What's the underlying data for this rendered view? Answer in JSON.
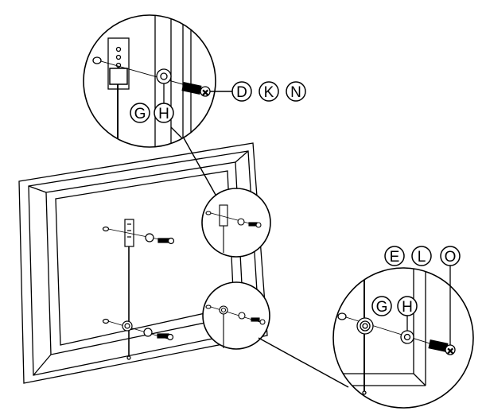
{
  "callouts": {
    "top": [
      "D",
      "K",
      "N"
    ],
    "top_inner": [
      "G",
      "H"
    ],
    "bottom": [
      "E",
      "L",
      "O"
    ],
    "bottom_inner": [
      "G",
      "H"
    ]
  },
  "icons": [
    "tv-frame",
    "mounting-bracket",
    "washer",
    "screw",
    "magnifier-callout"
  ]
}
